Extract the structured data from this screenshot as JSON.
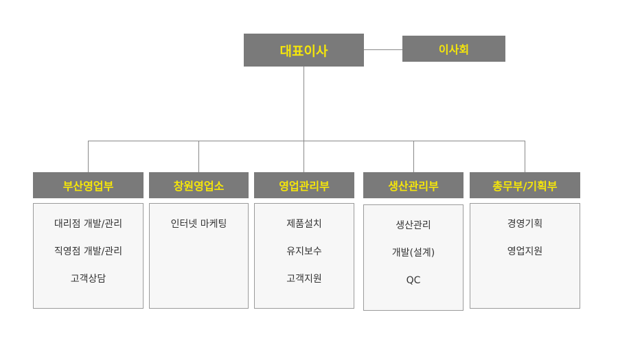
{
  "ceo": {
    "label": "대표이사"
  },
  "board": {
    "label": "이사회"
  },
  "departments": [
    {
      "label": "부산영업부",
      "items": [
        "대리점 개발/관리",
        "직영점 개발/관리",
        "고객상담"
      ]
    },
    {
      "label": "창원영업소",
      "items": [
        "인터넷 마케팅"
      ]
    },
    {
      "label": "영업관리부",
      "items": [
        "제품설치",
        "유지보수",
        "고객지원"
      ]
    },
    {
      "label": "생산관리부",
      "items": [
        "생산관리",
        "개발(설계)",
        "QC"
      ]
    },
    {
      "label": "총무부/기획부",
      "items": [
        "경영기획",
        "영업지원"
      ]
    }
  ],
  "colors": {
    "box": "#7a7a7a",
    "text": "#f5e60a",
    "line": "#888888",
    "panel": "#f7f7f7"
  }
}
